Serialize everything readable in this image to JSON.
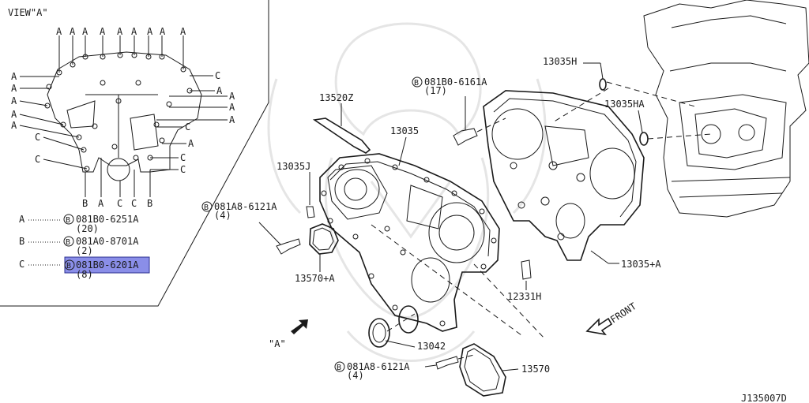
{
  "view": {
    "title": "VIEW\"A\"",
    "top_letters": [
      "A",
      "A",
      "A",
      "A",
      "A",
      "A",
      "A",
      "A",
      "A"
    ],
    "left_letters": [
      "A",
      "A",
      "A",
      "A",
      "A",
      "C",
      "C"
    ],
    "right_letters": [
      "C",
      "A",
      "A",
      "A",
      "A",
      "C",
      "A",
      "C",
      "C"
    ],
    "bottom_letters": [
      "B",
      "A",
      "C",
      "C",
      "B"
    ]
  },
  "legend": {
    "rows": [
      {
        "key": "A",
        "part": "081B0-6251A",
        "qty": "(20)"
      },
      {
        "key": "B",
        "part": "081A0-8701A",
        "qty": "(2)"
      },
      {
        "key": "C",
        "part": "081B0-6201A",
        "qty": "(8)"
      }
    ],
    "bolt_symbol": "B"
  },
  "callouts": {
    "p13035H": "13035H",
    "p13035HA": "13035HA",
    "p13520Z": "13520Z",
    "p13035": "13035",
    "p13035J": "13035J",
    "p13035A": "13035+A",
    "p12331H": "12331H",
    "p13570A": "13570+A",
    "p13042": "13042",
    "p13570": "13570",
    "bolt_top": {
      "code": "081B0-6161A",
      "qty": "(17)"
    },
    "bolt_left": {
      "code": "081A8-6121A",
      "qty": "(4)"
    },
    "bolt_bottom": {
      "code": "081A8-6121A",
      "qty": "(4)"
    },
    "view_ref": "\"A\"",
    "front": "FRONT"
  },
  "diagram_code": "J135007D",
  "colors": {
    "line": "#1a1a1a",
    "highlight": "#8a8ee8",
    "highlight_border": "#2d3191",
    "watermark": "#cfcfcf"
  }
}
